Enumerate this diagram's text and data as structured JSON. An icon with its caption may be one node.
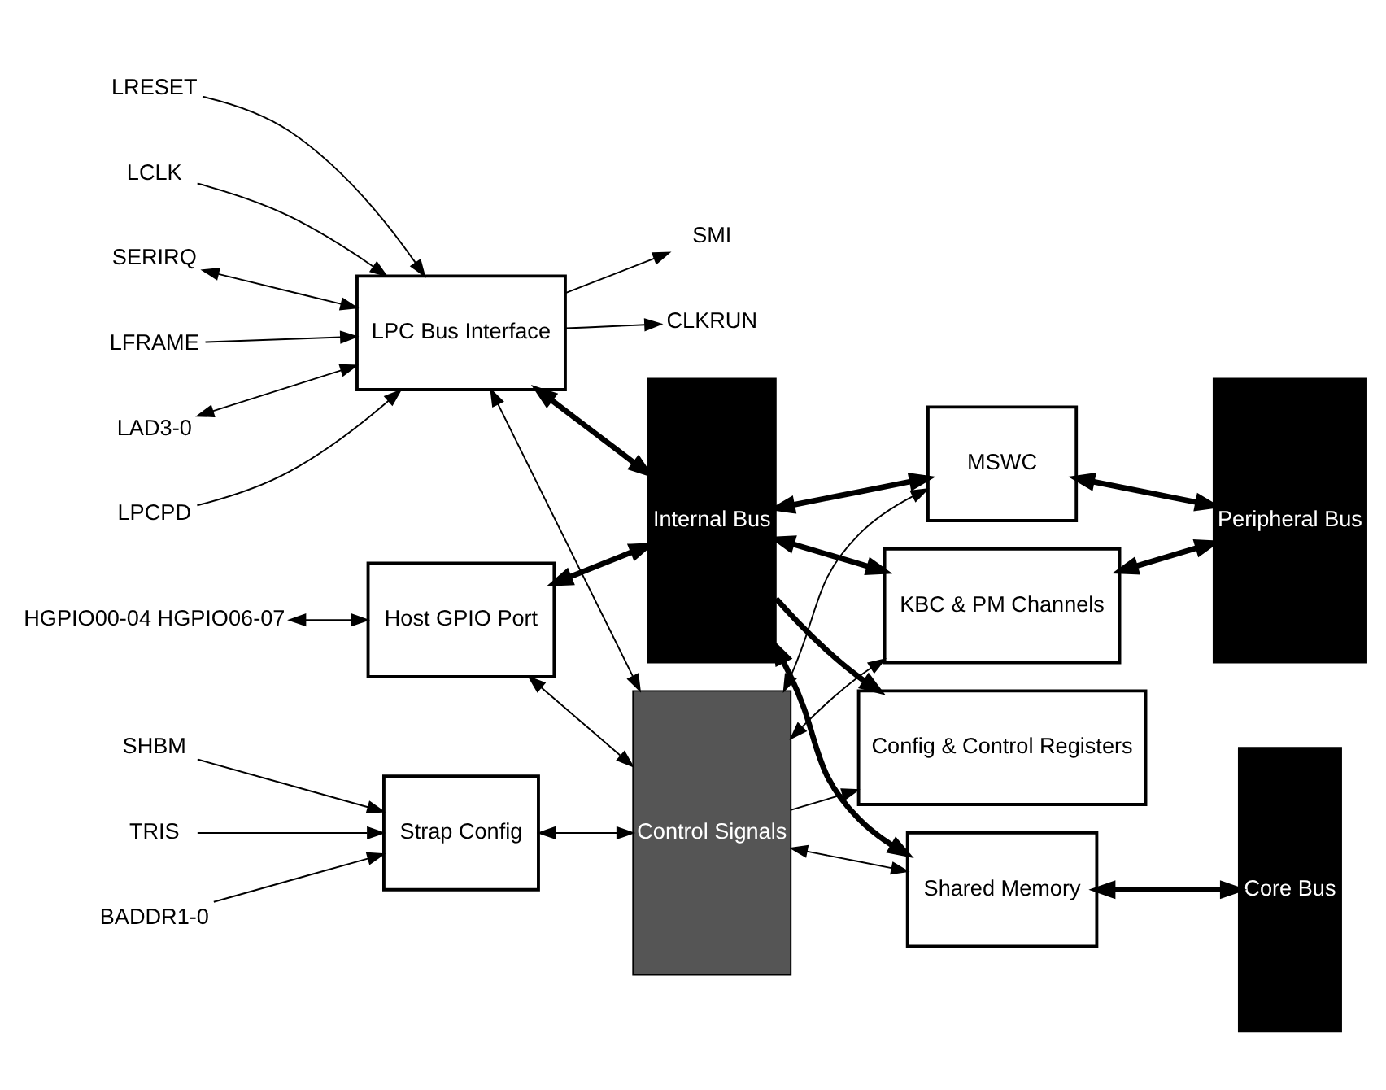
{
  "diagram": {
    "nodes": [
      {
        "text": [
          "Host GPIO Port"
        ]
      },
      {
        "text": [
          "LPC Bus Interface"
        ]
      },
      {
        "text": [
          "Strap Config"
        ]
      },
      {
        "text": [
          "Config & Control Registers"
        ]
      },
      {
        "text": [
          "KBC & PM Channels"
        ]
      },
      {
        "text": [
          "MSWC"
        ]
      },
      {
        "text": [
          "Shared Memory"
        ]
      },
      {
        "text": [
          "Internal Bus"
        ]
      },
      {
        "text": [
          "Control Signals"
        ]
      },
      {
        "text": [
          "Peripheral Bus"
        ]
      },
      {
        "text": [
          "Core Bus"
        ]
      },
      {
        "text": [
          "HGPIO00-04 HGPIO06-07"
        ]
      },
      {
        "text": [
          "LRESET"
        ]
      },
      {
        "text": [
          "LCLK"
        ]
      },
      {
        "text": [
          "SERIRQ"
        ]
      },
      {
        "text": [
          "LFRAME"
        ]
      },
      {
        "text": [
          "LAD3-0"
        ]
      },
      {
        "text": [
          "SMI"
        ]
      },
      {
        "text": [
          "CLKRUN"
        ]
      },
      {
        "text": [
          "LPCPD"
        ]
      },
      {
        "text": [
          "BADDR1-0"
        ]
      },
      {
        "text": [
          "SHBM"
        ]
      },
      {
        "text": [
          "TRIS"
        ]
      }
    ],
    "edges": [
      {
        "from": 11,
        "to": 0,
        "arrow": "both"
      },
      {
        "from": 0,
        "to": 7,
        "arrow": "both",
        "style": "thick"
      },
      {
        "from": 0,
        "to": 8,
        "arrow": "both"
      },
      {
        "from": 12,
        "to": 1,
        "arrow": "to"
      },
      {
        "from": 13,
        "to": 1,
        "arrow": "to"
      },
      {
        "from": 14,
        "to": 1,
        "arrow": "both"
      },
      {
        "from": 15,
        "to": 1,
        "arrow": "to"
      },
      {
        "from": 16,
        "to": 1,
        "arrow": "both"
      },
      {
        "from": 1,
        "to": 17,
        "arrow": "to"
      },
      {
        "from": 1,
        "to": 18,
        "arrow": "to"
      },
      {
        "from": 19,
        "to": 1,
        "arrow": "to"
      },
      {
        "from": 1,
        "to": 7,
        "arrow": "both",
        "style": "thick"
      },
      {
        "from": 1,
        "to": 8,
        "arrow": "both"
      },
      {
        "from": 7,
        "to": 4,
        "arrow": "both",
        "style": "thick"
      },
      {
        "from": 8,
        "to": 4,
        "arrow": "both"
      },
      {
        "from": 4,
        "to": 9,
        "arrow": "both",
        "style": "thick"
      },
      {
        "from": 7,
        "to": 5,
        "arrow": "both",
        "style": "thick"
      },
      {
        "from": 8,
        "to": 5,
        "arrow": "both"
      },
      {
        "from": 5,
        "to": 9,
        "arrow": "both",
        "style": "thick"
      },
      {
        "from": 20,
        "to": 2,
        "arrow": "to"
      },
      {
        "from": 21,
        "to": 2,
        "arrow": "to"
      },
      {
        "from": 22,
        "to": 2,
        "arrow": "to"
      },
      {
        "from": 2,
        "to": 8,
        "arrow": "both"
      },
      {
        "from": 7,
        "to": 6,
        "arrow": "both",
        "style": "thick"
      },
      {
        "from": 8,
        "to": 6,
        "arrow": "both"
      },
      {
        "from": 6,
        "to": 10,
        "arrow": "both",
        "style": "thick"
      },
      {
        "from": 7,
        "to": 3,
        "arrow": "to",
        "style": "thick"
      },
      {
        "from": 8,
        "to": 3,
        "arrow": "to"
      }
    ]
  }
}
